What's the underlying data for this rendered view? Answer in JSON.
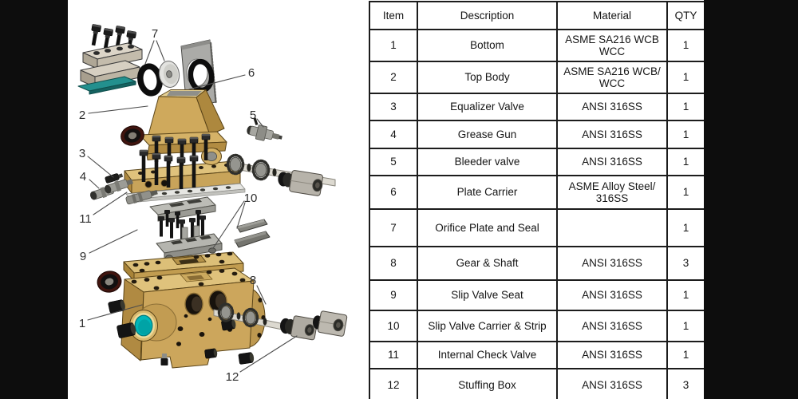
{
  "diagram": {
    "description": "Exploded view of valve assembly with numbered part callouts",
    "callouts": [
      {
        "label": "7"
      },
      {
        "label": "6"
      },
      {
        "label": "2"
      },
      {
        "label": "5"
      },
      {
        "label": "3"
      },
      {
        "label": "4"
      },
      {
        "label": "11"
      },
      {
        "label": "10"
      },
      {
        "label": "9"
      },
      {
        "label": "1"
      },
      {
        "label": "8"
      },
      {
        "label": "12"
      }
    ],
    "colors": {
      "brass_light": "#DFC27C",
      "body_brass": "#CCA65C",
      "port_teal": "#00B6B9",
      "gasket_teal": "#23908E",
      "metal_gray": "#ABABA8",
      "steel_shaft": "#DCD9D0",
      "seal_black": "#141414",
      "seal_maroon": "#41150F",
      "letterbox": "#0d0d0d",
      "table_border": "#1c1c1c"
    }
  },
  "table": {
    "headers": [
      "Item",
      "Description",
      "Material",
      "QTY"
    ],
    "rows": [
      {
        "item": "1",
        "description": "Bottom",
        "material": "ASME SA216 WCB WCC",
        "qty": "1"
      },
      {
        "item": "2",
        "description": "Top Body",
        "material": "ASME SA216 WCB/ WCC",
        "qty": "1"
      },
      {
        "item": "3",
        "description": "Equalizer Valve",
        "material": "ANSI 316SS",
        "qty": "1"
      },
      {
        "item": "4",
        "description": "Grease Gun",
        "material": "ANSI 316SS",
        "qty": "1"
      },
      {
        "item": "5",
        "description": "Bleeder valve",
        "material": "ANSI 316SS",
        "qty": "1"
      },
      {
        "item": "6",
        "description": "Plate Carrier",
        "material": "ASME Alloy Steel/ 316SS",
        "qty": "1"
      },
      {
        "item": "7",
        "description": "Orifice Plate and Seal",
        "material": "",
        "qty": "1"
      },
      {
        "item": "8",
        "description": "Gear & Shaft",
        "material": "ANSI 316SS",
        "qty": "3"
      },
      {
        "item": "9",
        "description": "Slip Valve Seat",
        "material": "ANSI 316SS",
        "qty": "1"
      },
      {
        "item": "10",
        "description": "Slip Valve Carrier & Strip",
        "material": "ANSI 316SS",
        "qty": "1"
      },
      {
        "item": "11",
        "description": "Internal Check Valve",
        "material": "ANSI 316SS",
        "qty": "1"
      },
      {
        "item": "12",
        "description": "Stuffing Box",
        "material": "ANSI 316SS",
        "qty": "3"
      }
    ]
  }
}
